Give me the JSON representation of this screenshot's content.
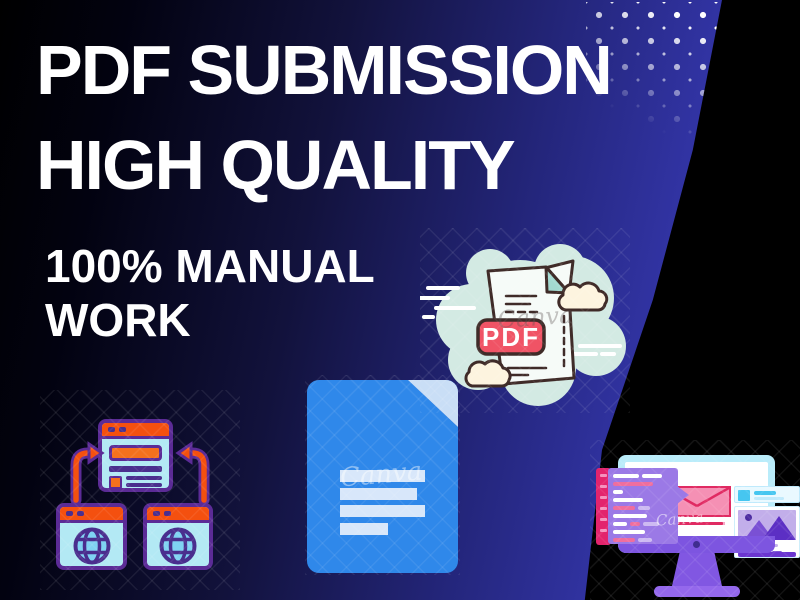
{
  "title": {
    "line1": "PDF SUBMISSION",
    "line2": "HIGH QUALITY"
  },
  "subtitle": {
    "line1": "100% MANUAL",
    "line2": "WORK"
  },
  "pdf_badge": "PDF",
  "watermark": "Canva",
  "colors": {
    "background_left": "#000000",
    "background_right": "#3d3fbc",
    "diagonal_panel": "#000000",
    "headline_text": "#ffffff",
    "accent_orange": "#f4500f",
    "accent_purple": "#5b2b96",
    "window_blue": "#b3e9f4",
    "doc_blue": "#2f88ea",
    "doc_fold_light": "#c9def6",
    "pdf_badge_red": "#f05365",
    "mint_cloud": "#d3eae3",
    "monitor_cyan": "#b9ecfa",
    "monitor_purple": "#8157e2",
    "pink_strip": "#e3246d"
  },
  "icons": [
    "browser-window-icon",
    "globe-icon",
    "curved-arrow-icon",
    "blue-document-icon",
    "pdf-file-icon",
    "cloud-icon",
    "monitor-icon",
    "dots-pattern"
  ]
}
